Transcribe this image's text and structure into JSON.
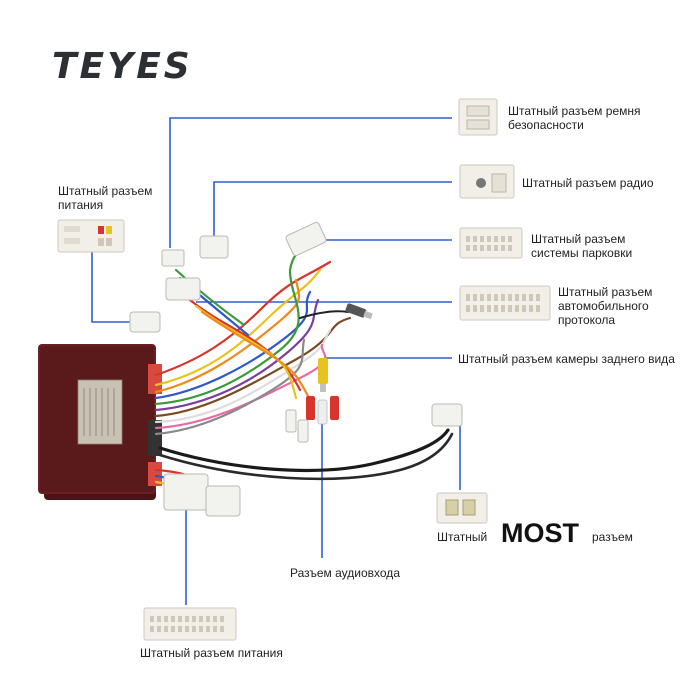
{
  "brand": {
    "logo_text": "TEYES"
  },
  "labels": {
    "seatbelt": "Штатный разъем ремня безопасности",
    "radio": "Штатный разъем радио",
    "parking": "Штатный разъем системы парковки",
    "protocol": "Штатный разъем автомобильного протокола",
    "camera": "Штатный разъем камеры заднего вида",
    "power_top": "Штатный разъем питания",
    "most_prefix": "Штатный",
    "most_word": "MOST",
    "most_suffix": "разъем",
    "audio": "Разъем аудиовхода",
    "power_bottom": "Штатный разъем питания"
  },
  "colors": {
    "leader_line": "#2f5fd0",
    "box_body": "#4a1416",
    "box_face": "#5a1a1c",
    "connector": "#f2f2ef"
  }
}
